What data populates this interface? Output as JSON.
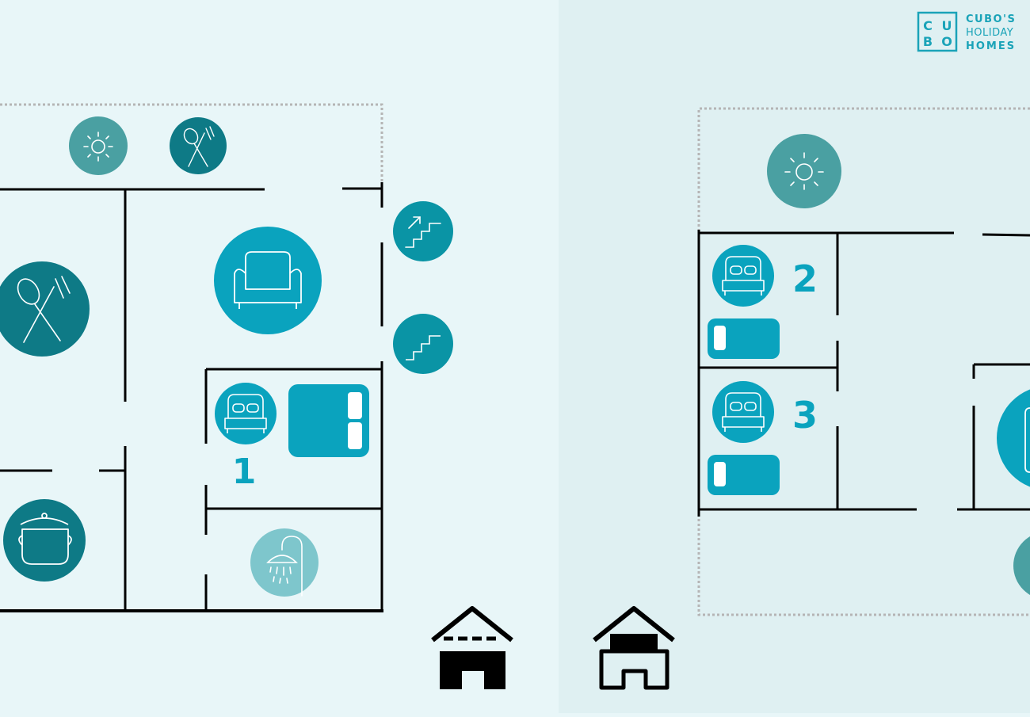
{
  "brand": {
    "letters": [
      "C",
      "U",
      "B",
      "O"
    ],
    "name_lines": [
      "CUBO'S",
      "HOLIDAY",
      "HOMES"
    ]
  },
  "bedroom_numbers": {
    "ground": "1",
    "upper_a": "2",
    "upper_b": "3"
  },
  "icons": [
    "terrace-sun-icon",
    "dining-icon",
    "living-room-sofa-icon",
    "stairs-up-icon",
    "stairs-icon",
    "kitchen-pot-icon",
    "double-bed-icon",
    "single-bed-icon",
    "shower-icon",
    "floor-ground-house-icon",
    "floor-upper-house-icon",
    "brand-logo"
  ],
  "colors": {
    "background_left": "#e8f6f8",
    "background_right": "#dff0f2",
    "wall": "#000000",
    "dotted_outline": "#b5b5b5",
    "teal_dark": "#0e7a86",
    "teal_mid": "#0a94a5",
    "teal_light": "#0aa3be",
    "teal_muted": "#4aa0a2",
    "shower_pale": "#7ec6cc",
    "brand": "#1aa3b8"
  }
}
